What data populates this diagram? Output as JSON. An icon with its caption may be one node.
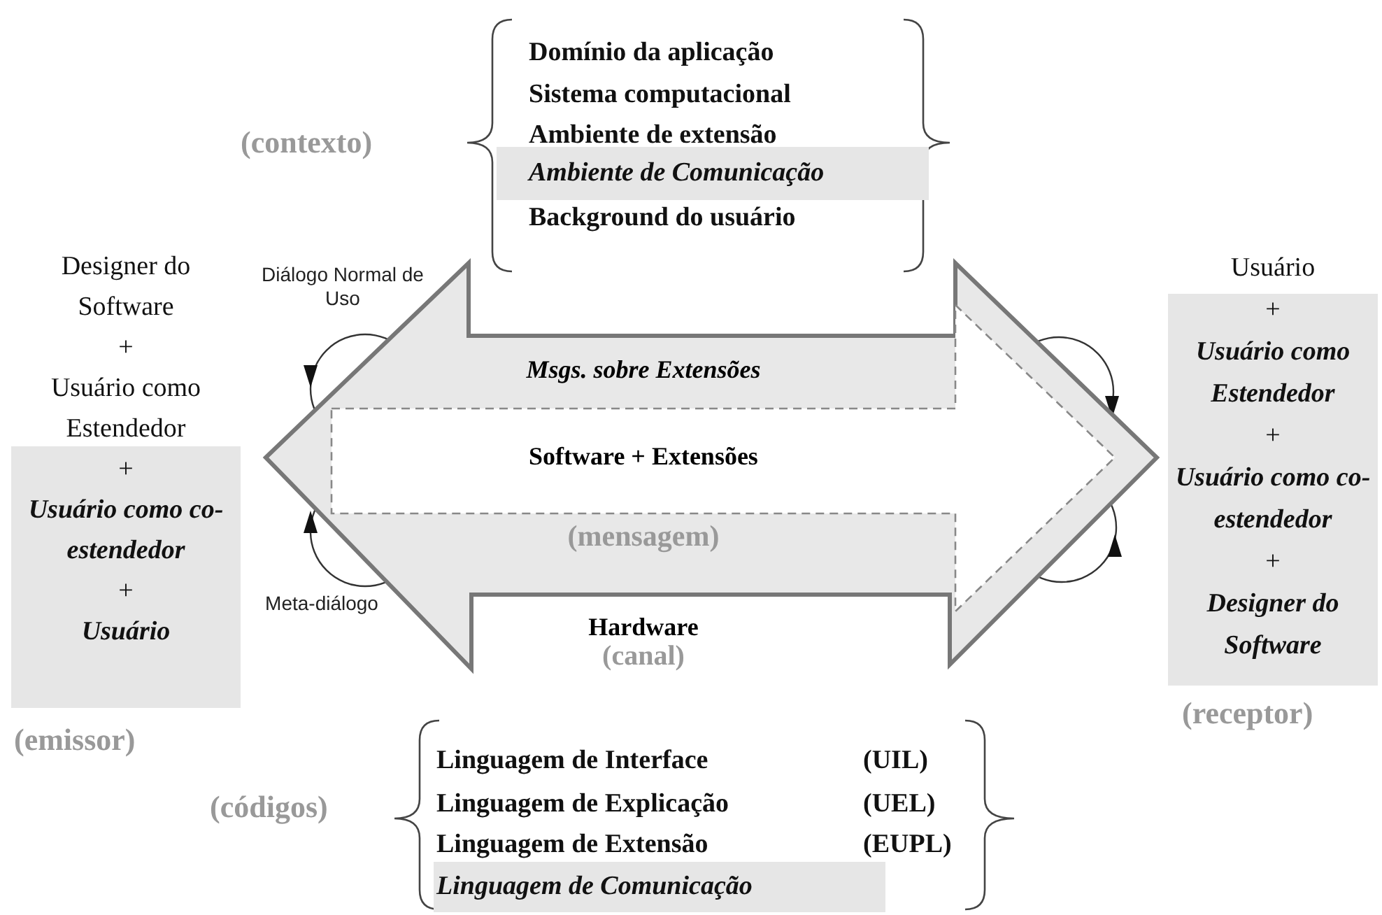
{
  "diagram": {
    "nodes": [
      {
        "text": [
          "Designer do Software",
          "+",
          "Usuário como Estendedor",
          "+",
          "Usuário como co-estendedor",
          "+",
          "Usuário"
        ],
        "beside": [
          "(emissor)"
        ]
      },
      {
        "text": [
          "Msgs. sobre Extensões",
          "Software + Extensões",
          "(mensagem)",
          "Hardware",
          "(canal)"
        ]
      },
      {
        "text": [
          "Usuário",
          "+",
          "Usuário como Estendedor",
          "+",
          "Usuário como co-estendedor",
          "+",
          "Designer do Software"
        ],
        "beside": [
          "(receptor)"
        ]
      }
    ],
    "labels": [
      "(contexto)",
      "Domínio da aplicação",
      "Sistema computacional",
      "Ambiente de extensão",
      "Ambiente de Comunicação",
      "Background do usuário",
      "Diálogo Normal de Uso",
      "Meta-diálogo",
      "(códigos)",
      "Linguagem de Interface",
      "(UIL)",
      "Linguagem de Explicação",
      "(UEL)",
      "Linguagem de Extensão",
      "(EUPL)",
      "Linguagem de Comunicação"
    ]
  }
}
